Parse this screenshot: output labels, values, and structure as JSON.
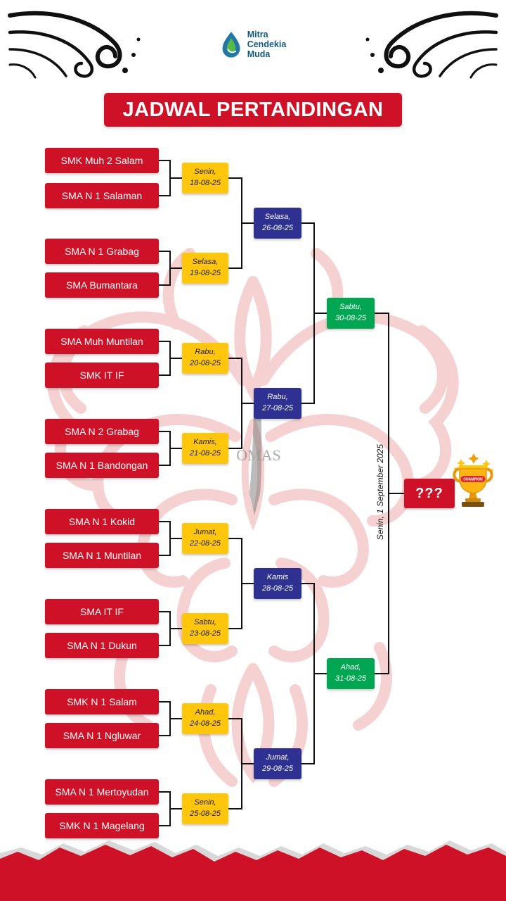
{
  "brand": {
    "lines": [
      "Mitra",
      "Cendekia",
      "Muda"
    ]
  },
  "title": "JADWAL PERTANDINGAN",
  "teams": [
    "SMK Muh 2 Salam",
    "SMA N 1 Salaman",
    "SMA N 1 Grabag",
    "SMA Bumantara",
    "SMA Muh Muntilan",
    "SMK IT IF",
    "SMA N 2 Grabag",
    "SMA N 1 Bandongan",
    "SMA N 1 Kokid",
    "SMA N 1 Muntilan",
    "SMA IT IF",
    "SMA N 1 Dukun",
    "SMK N 1 Salam",
    "SMA N 1 Ngluwar",
    "SMA N 1 Mertoyudan",
    "SMK N 1 Magelang"
  ],
  "rounds": {
    "round1": [
      {
        "day": "Senin,",
        "date": "18-08-25"
      },
      {
        "day": "Selasa,",
        "date": "19-08-25"
      },
      {
        "day": "Rabu,",
        "date": "20-08-25"
      },
      {
        "day": "Kamis,",
        "date": "21-08-25"
      },
      {
        "day": "Jumat,",
        "date": "22-08-25"
      },
      {
        "day": "Sabtu,",
        "date": "23-08-25"
      },
      {
        "day": "Ahad,",
        "date": "24-08-25"
      },
      {
        "day": "Senin,",
        "date": "25-08-25"
      }
    ],
    "quarterfinals": [
      {
        "day": "Selasa,",
        "date": "26-08-25"
      },
      {
        "day": "Rabu,",
        "date": "27-08-25"
      },
      {
        "day": "Kamis",
        "date": "28-08-25"
      },
      {
        "day": "Jumat,",
        "date": "29-08-25"
      }
    ],
    "semifinals": [
      {
        "day": "Sabtu,",
        "date": "30-08-25"
      },
      {
        "day": "Ahad,",
        "date": "31-08-25"
      }
    ],
    "final": {
      "label": "Senin, 1 September 2025"
    }
  },
  "champion": {
    "placeholder": "???"
  },
  "trophy": {
    "badge": "CHAMPION"
  },
  "watermark": {
    "text": "OMAS"
  },
  "colors": {
    "primary_red": "#CE1126",
    "accent_yellow": "#FFC60B",
    "accent_blue": "#2E3192",
    "accent_green": "#00A651"
  }
}
